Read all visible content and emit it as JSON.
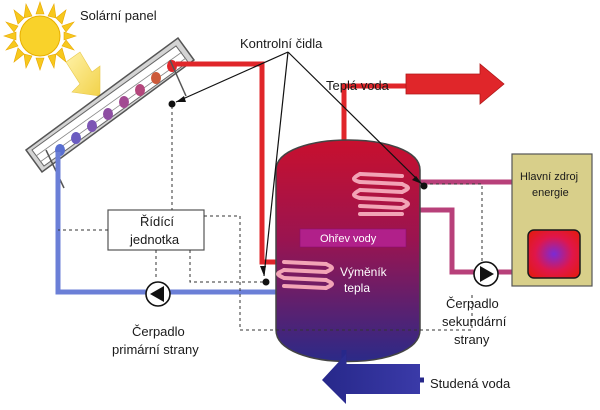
{
  "labels": {
    "solar_panel": "Solární panel",
    "sensors": "Kontrolní čidla",
    "hot_water": "Teplá voda",
    "main_source_1": "Hlavní zdroj",
    "main_source_2": "energie",
    "control_unit_1": "Řídící",
    "control_unit_2": "jednotka",
    "water_heating": "Ohřev vody",
    "exchanger_1": "Výměník",
    "exchanger_2": "tepla",
    "pump_primary_1": "Čerpadlo",
    "pump_primary_2": "primární strany",
    "pump_secondary_1": "Čerpadlo",
    "pump_secondary_2": "sekundární",
    "pump_secondary_3": "strany",
    "cold_water": "Studená voda"
  },
  "colors": {
    "hot_pipe": "#e0262a",
    "cold_pipe": "#6b7fd7",
    "secondary_pipe": "#b8407a",
    "sun": "#f7c81e",
    "source_box": "#d8cf8a",
    "tank_top": "#c8102e",
    "tank_bottom": "#2a2a8a"
  },
  "icons": [
    "sun-icon",
    "arrow-icon",
    "pump-icon",
    "heater-icon",
    "coil-icon"
  ]
}
